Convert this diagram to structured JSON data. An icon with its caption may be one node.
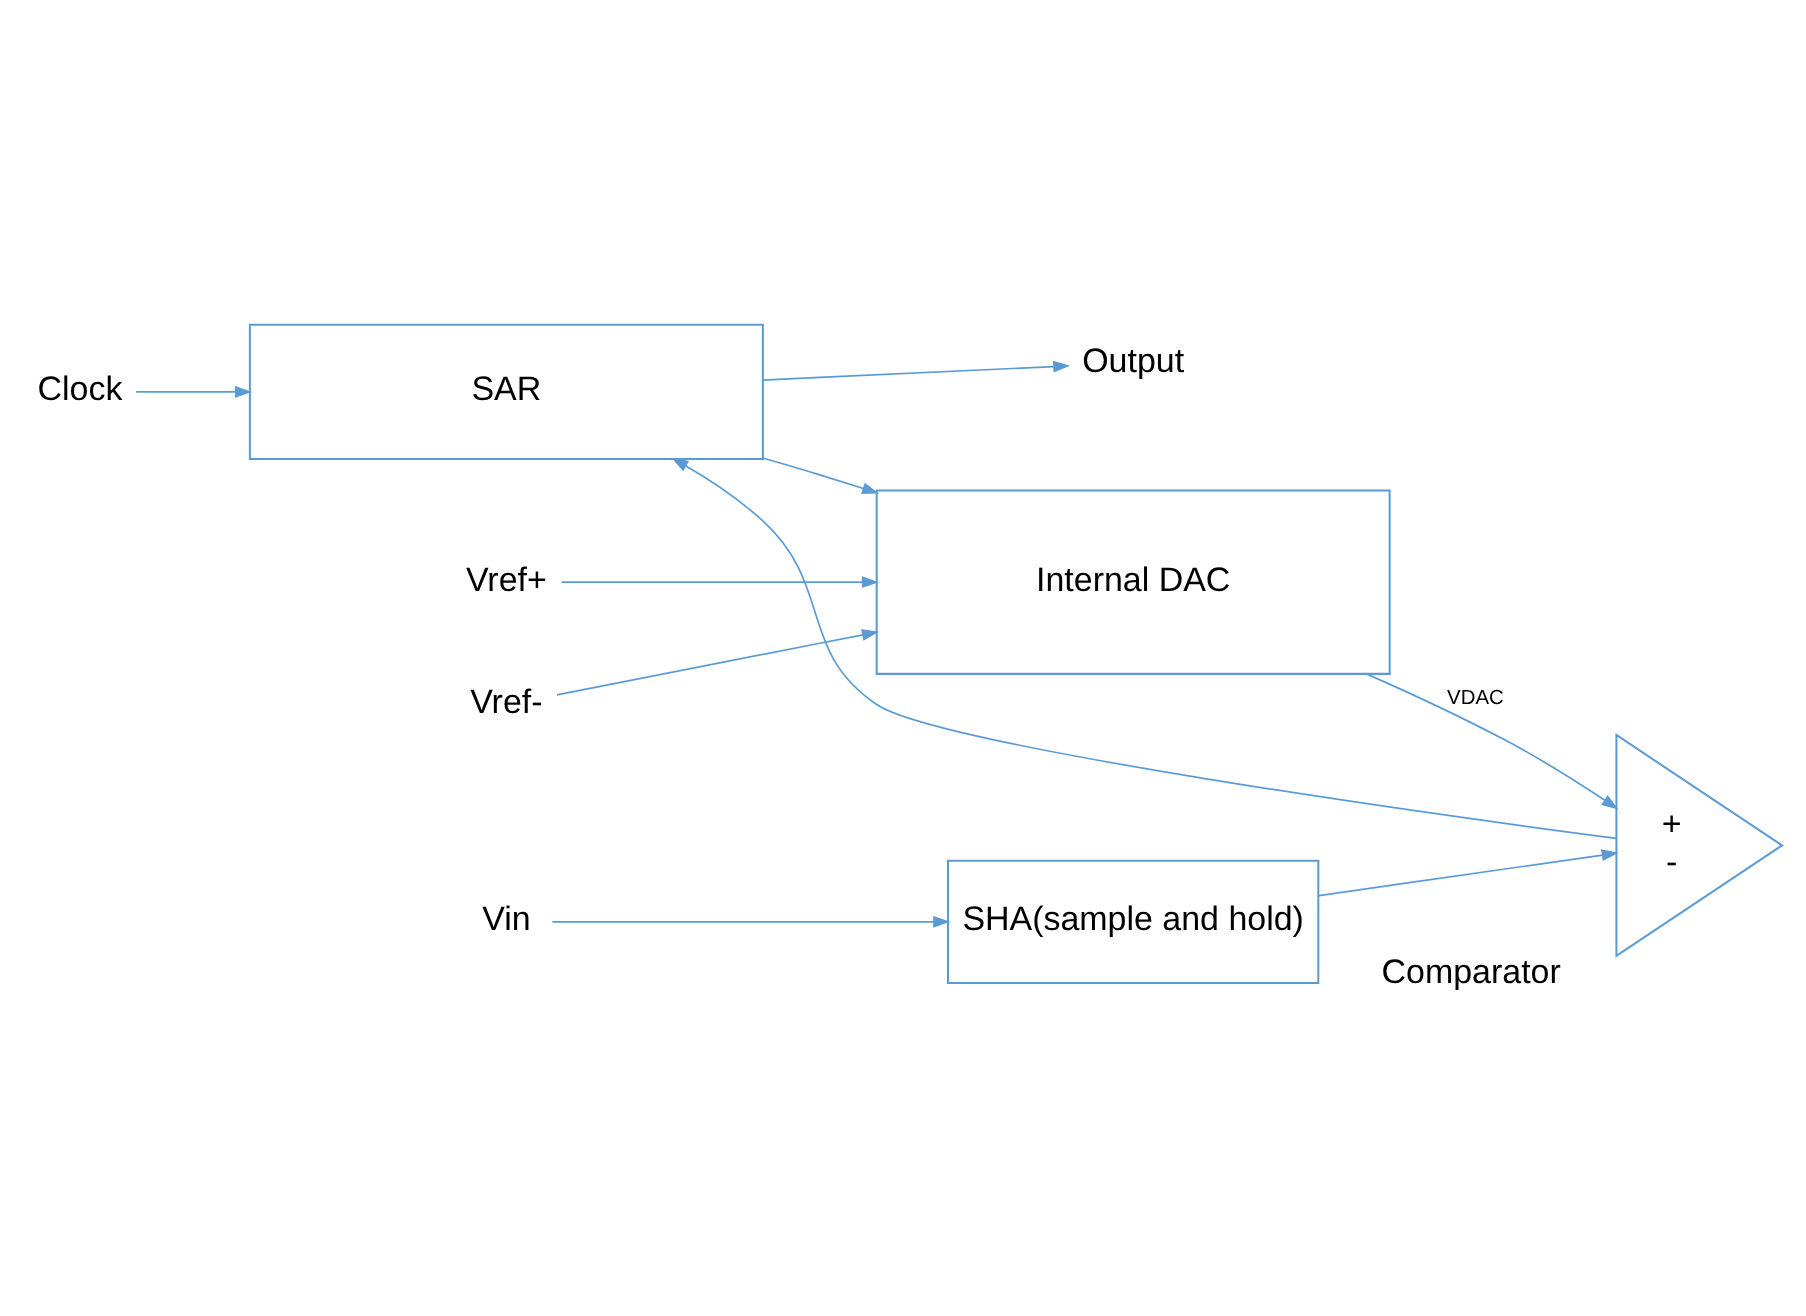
{
  "diagram": {
    "nodes": [
      {
        "text": [
          "Clock"
        ]
      },
      {
        "text": [
          "SAR"
        ]
      },
      {
        "text": [
          "Output"
        ]
      },
      {
        "text": [
          "Vref+"
        ]
      },
      {
        "text": [
          "Internal DAC"
        ]
      },
      {
        "text": [
          "Vref-"
        ]
      },
      {
        "text": [
          "Vin"
        ]
      },
      {
        "text": [
          "SHA(sample and hold)"
        ]
      },
      {
        "text": [
          "+",
          "-"
        ],
        "beside": [
          "Comparator"
        ]
      }
    ],
    "edges": [
      {
        "from": 0,
        "to": 1,
        "arrow": "to"
      },
      {
        "from": 1,
        "to": 2,
        "arrow": "to"
      },
      {
        "from": 1,
        "to": 4,
        "arrow": "to"
      },
      {
        "from": 3,
        "to": 4,
        "arrow": "to"
      },
      {
        "from": 5,
        "to": 4,
        "arrow": "to"
      },
      {
        "from": 4,
        "to": 8,
        "arrow": "to",
        "label": "VDAC"
      },
      {
        "from": 6,
        "to": 7,
        "arrow": "to"
      },
      {
        "from": 7,
        "to": 8,
        "arrow": "to"
      },
      {
        "from": 8,
        "to": 1,
        "arrow": "to"
      }
    ]
  }
}
